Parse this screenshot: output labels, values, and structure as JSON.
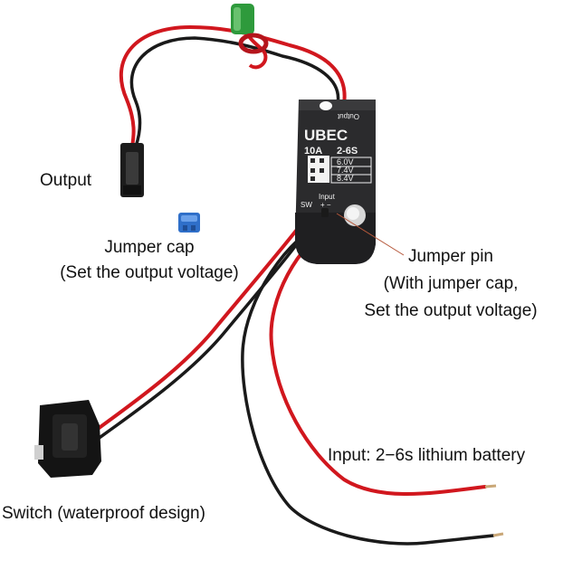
{
  "colors": {
    "wire_red": "#d1171e",
    "wire_black": "#1a1a1a",
    "body_dark": "#2b2b2d",
    "text_white": "#f2f2f2",
    "connector_green": "#2e9a3c",
    "jumper_blue": "#2f6fc9",
    "leader_line": "#b5573a"
  },
  "device": {
    "brand": "UBEC",
    "spec_current": "10A",
    "spec_cells": "2-6S",
    "output_tag": "Output",
    "input_tag": "Input",
    "sw_tag": "SW",
    "plus_minus": "+ −",
    "voltages": [
      "6.0V",
      "7.4V",
      "8.4V"
    ]
  },
  "labels": {
    "output": "Output",
    "jumper_cap_1": "Jumper cap",
    "jumper_cap_2": "(Set the output voltage)",
    "jumper_pin_1": "Jumper pin",
    "jumper_pin_2": "(With jumper cap,",
    "jumper_pin_3": "Set the output voltage)",
    "input": "Input: 2−6s lithium battery",
    "switch": "Switch (waterproof design)"
  }
}
